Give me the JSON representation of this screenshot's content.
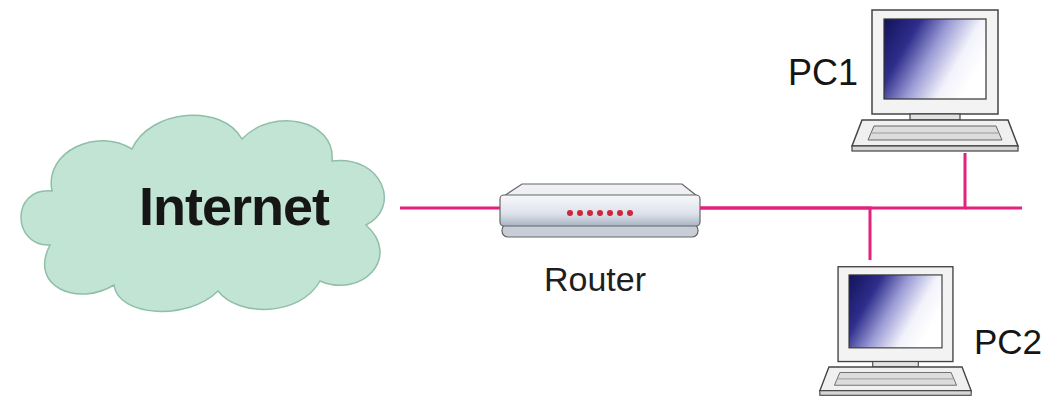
{
  "diagram": {
    "nodes": [
      {
        "text": [
          "Internet"
        ]
      },
      {
        "text": [
          "Router"
        ]
      },
      {
        "text": [
          "PC1"
        ]
      },
      {
        "text": [
          "PC2"
        ]
      }
    ],
    "edges": [
      {
        "from": 0,
        "to": 1,
        "arrow": "none"
      },
      {
        "from": 1,
        "to": 2,
        "arrow": "none"
      },
      {
        "from": 1,
        "to": 3,
        "arrow": "none"
      }
    ]
  }
}
